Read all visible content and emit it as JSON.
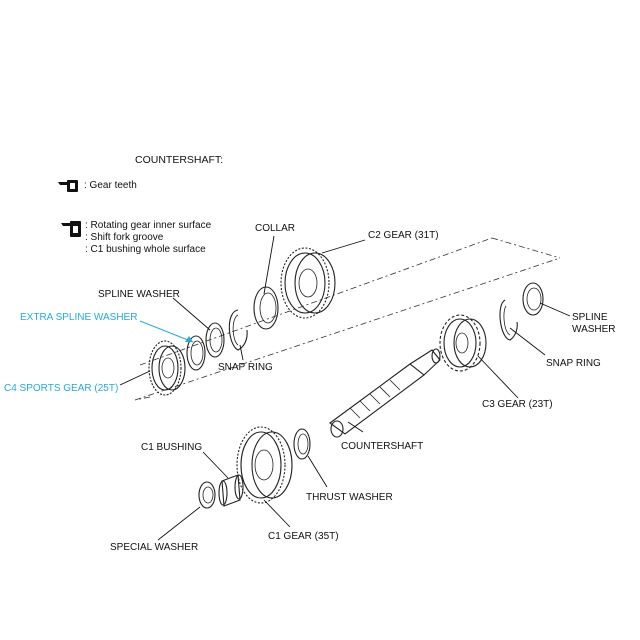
{
  "title": "COUNTERSHAFT:",
  "legend": {
    "item1": ": Gear teeth",
    "item2_lines": [
      ": Rotating gear inner surface",
      ": Shift fork groove",
      ": C1 bushing whole surface"
    ]
  },
  "labels": {
    "collar": "COLLAR",
    "c2_gear": "C2 GEAR (31T)",
    "spline_washer_left": "SPLINE WASHER",
    "extra_spline_washer": "EXTRA SPLINE WASHER",
    "snap_ring_left": "SNAP RING",
    "c4_sports_gear": "C4 SPORTS GEAR (25T)",
    "spline_washer_right_1": "SPLINE",
    "spline_washer_right_2": "WASHER",
    "snap_ring_right": "SNAP RING",
    "c3_gear": "C3 GEAR (23T)",
    "countershaft": "COUNTERSHAFT",
    "c1_bushing": "C1 BUSHING",
    "thrust_washer": "THRUST WASHER",
    "special_washer": "SPECIAL WASHER",
    "c1_gear": "C1 GEAR (35T)"
  },
  "colors": {
    "accent": "#29a8e0",
    "ink": "#111111"
  },
  "icons": {
    "legend_oil_can_1": "oil-can-icon",
    "legend_oil_can_2": "oil-can-icon"
  }
}
